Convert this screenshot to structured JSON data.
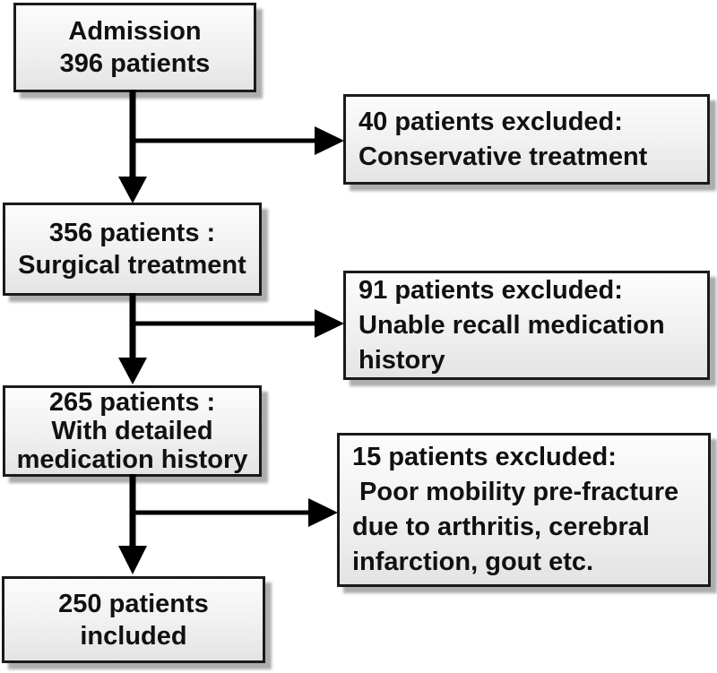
{
  "diagram": {
    "type": "flowchart",
    "boxes": {
      "admission": {
        "role": "cohort",
        "lines": [
          "Admission",
          "396 patients"
        ]
      },
      "excluded1": {
        "role": "excluded",
        "lines": [
          "40 patients excluded:",
          "Conservative treatment"
        ]
      },
      "surgical": {
        "role": "cohort",
        "lines": [
          "356 patients :",
          "Surgical treatment"
        ]
      },
      "excluded2": {
        "role": "excluded",
        "lines": [
          "91 patients excluded:",
          "Unable recall medication",
          "history"
        ]
      },
      "detailed": {
        "role": "cohort",
        "lines": [
          "265 patients :",
          "With detailed",
          "medication history"
        ]
      },
      "excluded3": {
        "role": "excluded",
        "lines": [
          "15 patients excluded:",
          " Poor mobility pre-fracture",
          "due to arthritis, cerebral",
          "infarction, gout etc."
        ]
      },
      "included": {
        "role": "cohort",
        "lines": [
          "250 patients",
          "included"
        ]
      }
    },
    "counts": {
      "admission": 396,
      "excluded_conservative": 40,
      "surgical": 356,
      "excluded_recall": 91,
      "detailed_history": 265,
      "excluded_mobility": 15,
      "included": 250
    },
    "connections": [
      {
        "from": "admission",
        "to": "surgical",
        "style": "arrow-down"
      },
      {
        "from": "admission",
        "to": "excluded1",
        "style": "arrow-right-branch"
      },
      {
        "from": "surgical",
        "to": "detailed",
        "style": "arrow-down"
      },
      {
        "from": "surgical",
        "to": "excluded2",
        "style": "arrow-right-branch"
      },
      {
        "from": "detailed",
        "to": "included",
        "style": "arrow-down"
      },
      {
        "from": "detailed",
        "to": "excluded3",
        "style": "arrow-right-branch"
      }
    ],
    "colors": {
      "background": "#ffffff",
      "box_border": "#1a1a1a",
      "box_fill_top": "#fcfcfc",
      "box_fill_bottom": "#e4e4e4",
      "box_shadow": "#adadad",
      "arrow": "#000000",
      "text": "#111111"
    }
  }
}
